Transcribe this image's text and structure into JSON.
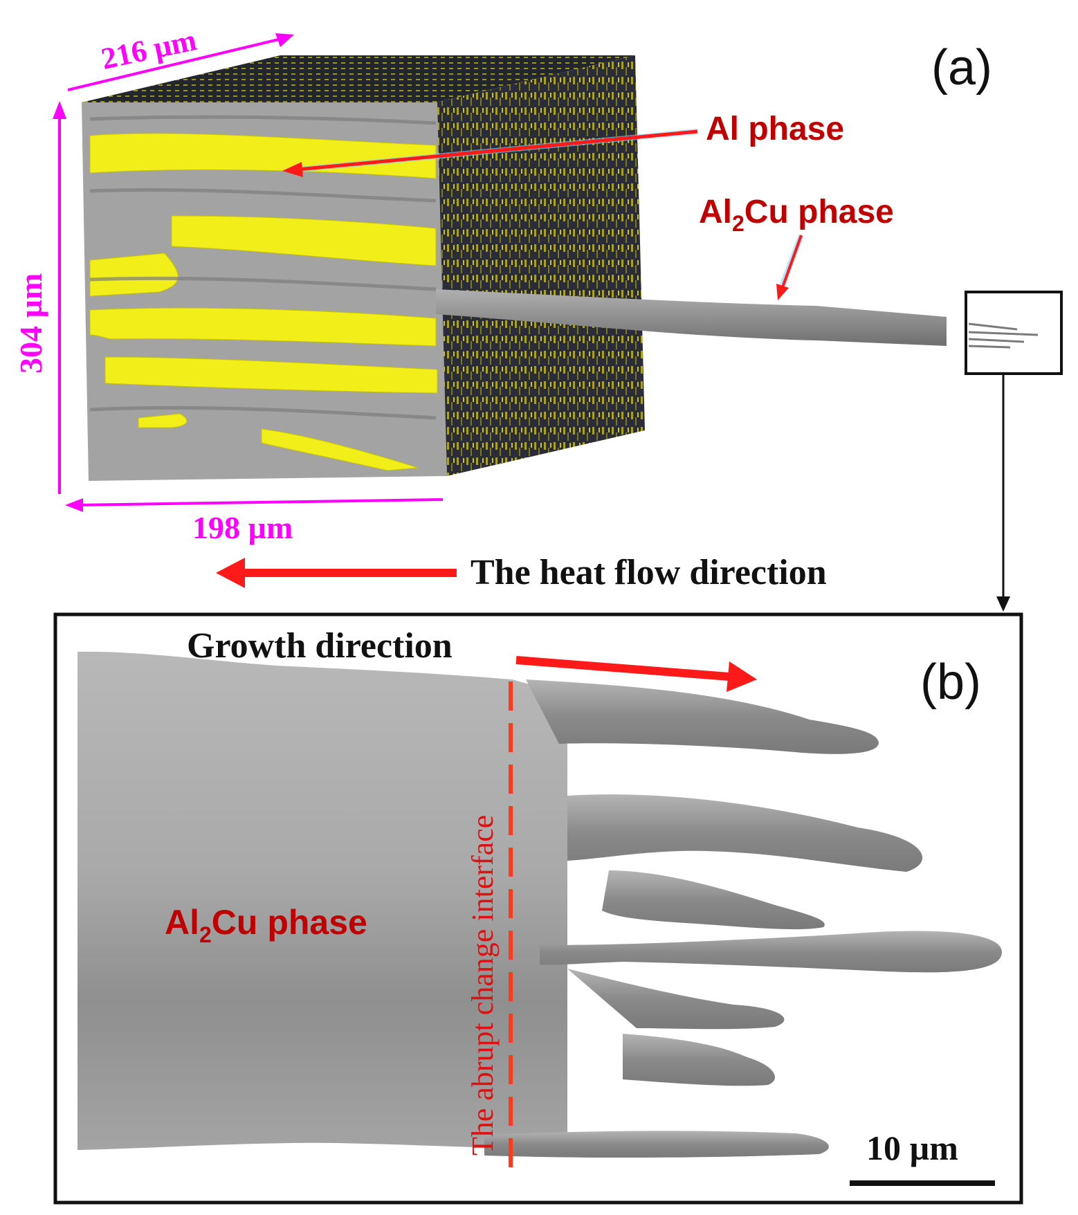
{
  "panel_a": {
    "tag": "(a)",
    "dim_width": "216 µm",
    "dim_height": "304 µm",
    "dim_depth": "198 µm",
    "label_al": "Al phase",
    "label_al2cu_prefix": "Al",
    "label_al2cu_sub": "2",
    "label_al2cu_suffix": "Cu phase",
    "heat_flow": "The heat flow direction"
  },
  "panel_b": {
    "tag": "(b)",
    "growth": "Growth direction",
    "interface": "The abrupt change interface",
    "label_prefix": "Al",
    "label_sub": "2",
    "label_suffix": "Cu phase",
    "scale_bar": "10 µm"
  },
  "colors": {
    "dimension": "#ff00ff",
    "arrow": "#ff1a1a",
    "al_phase": "#f2ee1a",
    "al2cu_phase": "#9a9a9a",
    "label_red": "#c00000",
    "frame": "#111111"
  }
}
